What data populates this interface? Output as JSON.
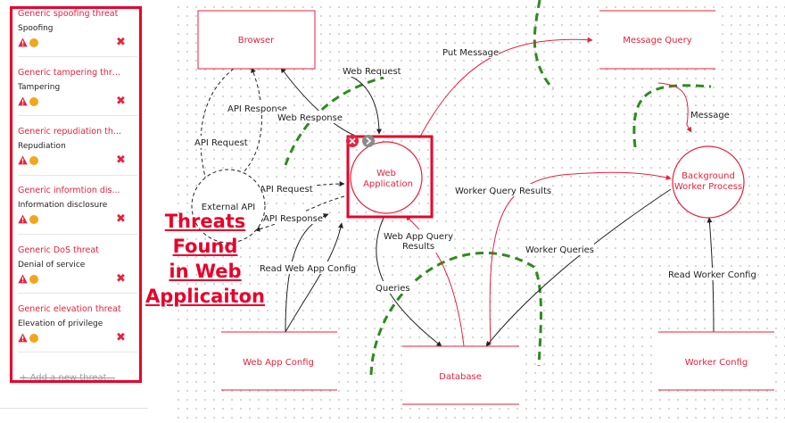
{
  "sidebar": {
    "threats": [
      {
        "title": "Generic spoofing threat",
        "type": "Spoofing"
      },
      {
        "title": "Generic tampering threat",
        "type": "Tampering"
      },
      {
        "title": "Generic repudiation th...",
        "type": "Repudiation"
      },
      {
        "title": "Generic informtion dis...",
        "type": "Information disclosure"
      },
      {
        "title": "Generic DoS threat",
        "type": "Denial of service"
      },
      {
        "title": "Generic elevation threat",
        "type": "Elevation of privilege"
      }
    ],
    "add_label": "Add a new threat..."
  },
  "annotation": [
    "Threats",
    "Found",
    "in Web",
    "Applicaiton"
  ],
  "nodes": {
    "browser": "Browser",
    "message_query": "Message Query",
    "web_application": [
      "Web",
      "Application"
    ],
    "background_worker": [
      "Background",
      "Worker Process"
    ],
    "external_api": "External API",
    "web_app_config": "Web App Config",
    "database": "Database",
    "worker_config": "Worker Config"
  },
  "flows": {
    "web_request": "Web Request",
    "put_message": "Put Message",
    "api_response_1": "API Response",
    "web_response": "Web Response",
    "message": "Message",
    "api_request_1": "API Request",
    "api_request_2": "API Request",
    "worker_query_results": "Worker Query Results",
    "api_response_2": "API Response",
    "web_app_query_results": [
      "Web App Query",
      "Results"
    ],
    "worker_queries": "Worker Queries",
    "read_web_app_config": "Read Web App Config",
    "read_worker_config": "Read Worker Config",
    "queries": "Queries"
  },
  "colors": {
    "accent": "#e8213c",
    "highlight": "#e8002a",
    "boundary": "#2e8b1f",
    "warning": "#f3a51b"
  },
  "icons": {
    "warning": "warning-triangle-icon",
    "severity": "severity-dot-icon",
    "delete": "delete-x-icon"
  }
}
